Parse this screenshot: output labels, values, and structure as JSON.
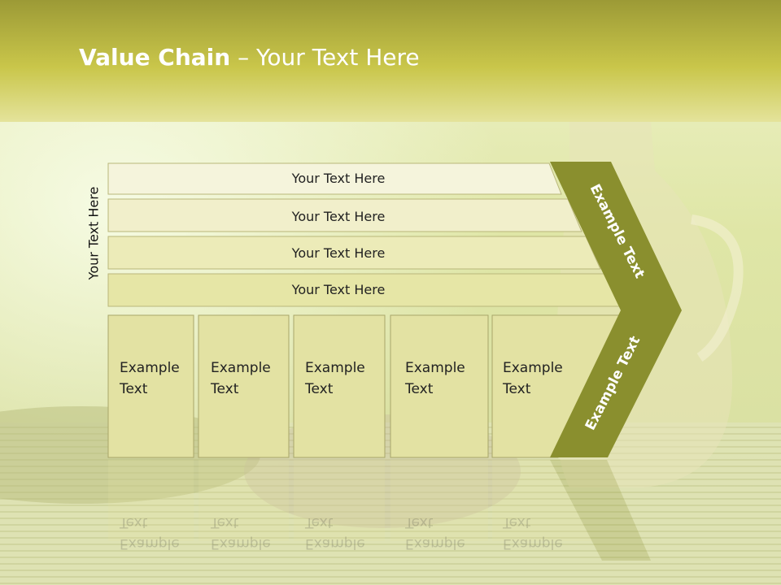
{
  "title": {
    "bold": "Value Chain",
    "rest": " – Your Text Here"
  },
  "side_label": "Your Text Here",
  "bars": [
    "Your Text Here",
    "Your Text Here",
    "Your Text Here",
    "Your Text Here"
  ],
  "cells": [
    [
      "Example",
      "Text"
    ],
    [
      "Example",
      "Text"
    ],
    [
      "Example",
      "Text"
    ],
    [
      "Example",
      "Text"
    ],
    [
      "Example",
      "Text"
    ]
  ],
  "arrow_upper": "Example Text",
  "arrow_lower": "Example Text",
  "colors": {
    "arrow": "#8a8f2e",
    "bar_light": "#f5f4dc",
    "bar_mid": "#ecebb8",
    "bar_dark": "#e6e6a6",
    "cell": "#e3e2a3"
  }
}
